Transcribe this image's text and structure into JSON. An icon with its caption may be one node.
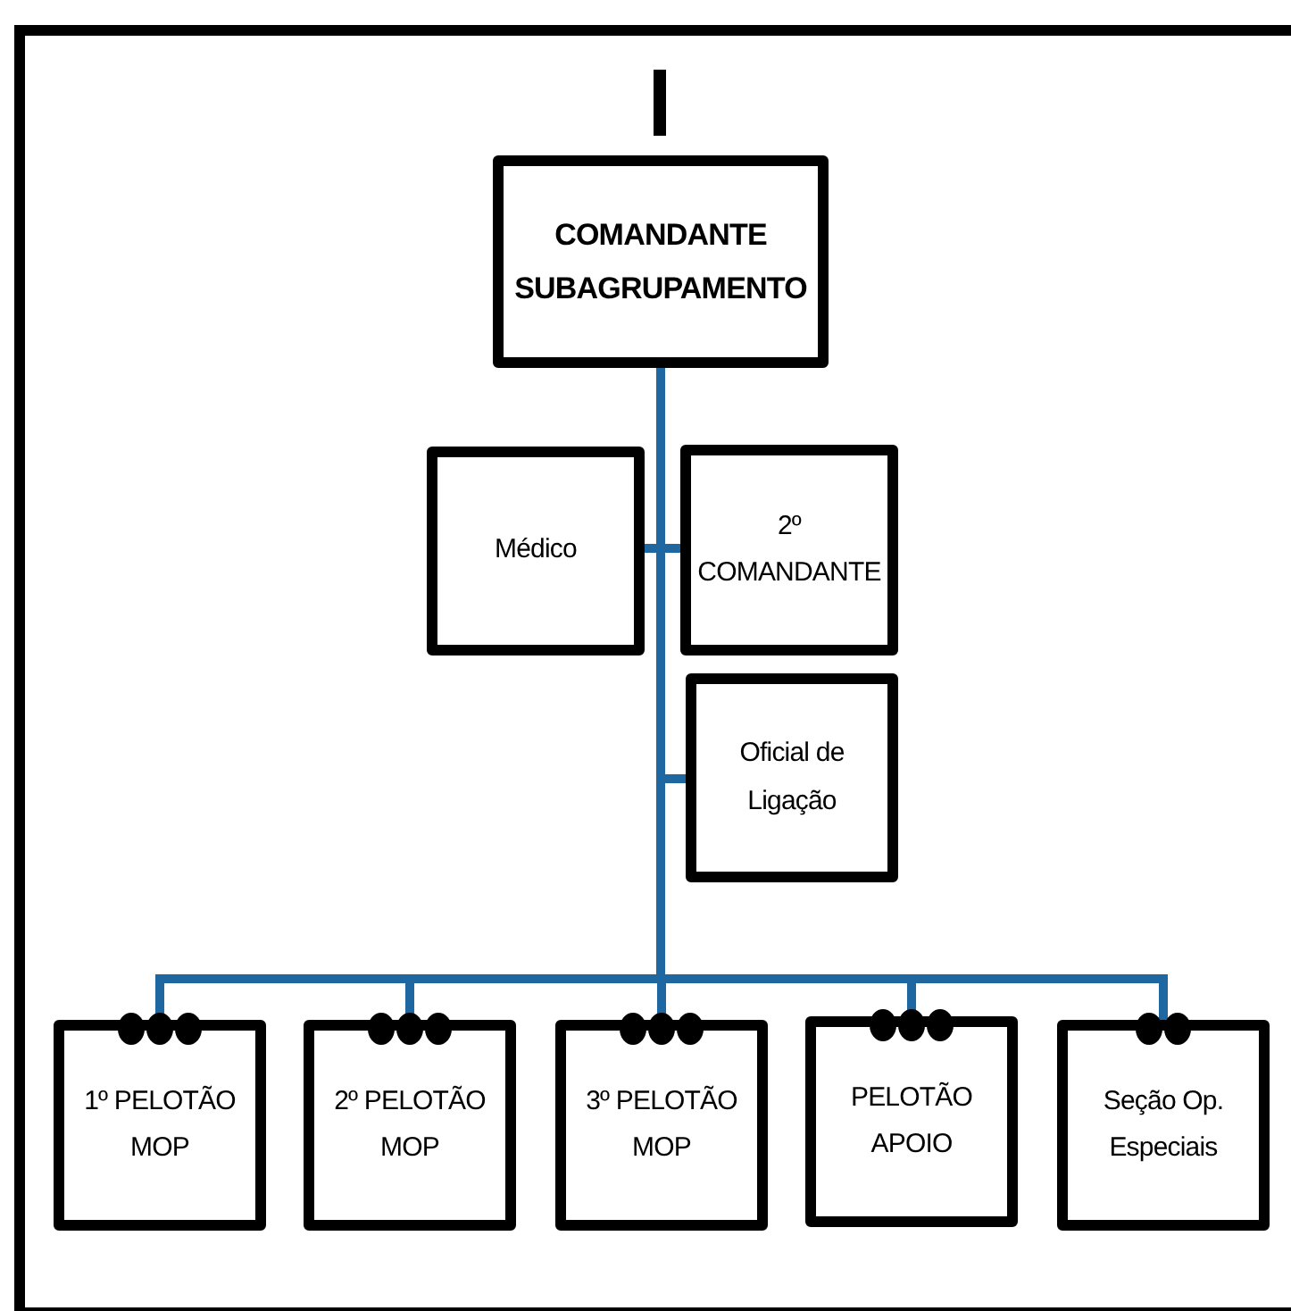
{
  "diagram": {
    "nodes": [
      {
        "text": [
          "COMANDANTE SUBAGRUPAMENTO"
        ]
      },
      {
        "text": [
          "Médico"
        ]
      },
      {
        "text": [
          "2º COMANDANTE"
        ]
      },
      {
        "text": [
          "Oficial de Ligação"
        ]
      },
      {
        "text": [
          "1º PELOTÃO MOP"
        ]
      },
      {
        "text": [
          "2º PELOTÃO MOP"
        ]
      },
      {
        "text": [
          "3º PELOTÃO MOP"
        ]
      },
      {
        "text": [
          "PELOTÃO APOIO"
        ]
      },
      {
        "text": [
          "Seção Op. Especiais"
        ]
      }
    ],
    "edges": [
      {
        "from": 0,
        "to": 1,
        "arrow": "none"
      },
      {
        "from": 0,
        "to": 2,
        "arrow": "none"
      },
      {
        "from": 0,
        "to": 3,
        "arrow": "none"
      },
      {
        "from": 0,
        "to": 4,
        "arrow": "none"
      },
      {
        "from": 0,
        "to": 5,
        "arrow": "none"
      },
      {
        "from": 0,
        "to": 6,
        "arrow": "none"
      },
      {
        "from": 0,
        "to": 7,
        "arrow": "none"
      },
      {
        "from": 0,
        "to": 8,
        "arrow": "none"
      }
    ]
  }
}
